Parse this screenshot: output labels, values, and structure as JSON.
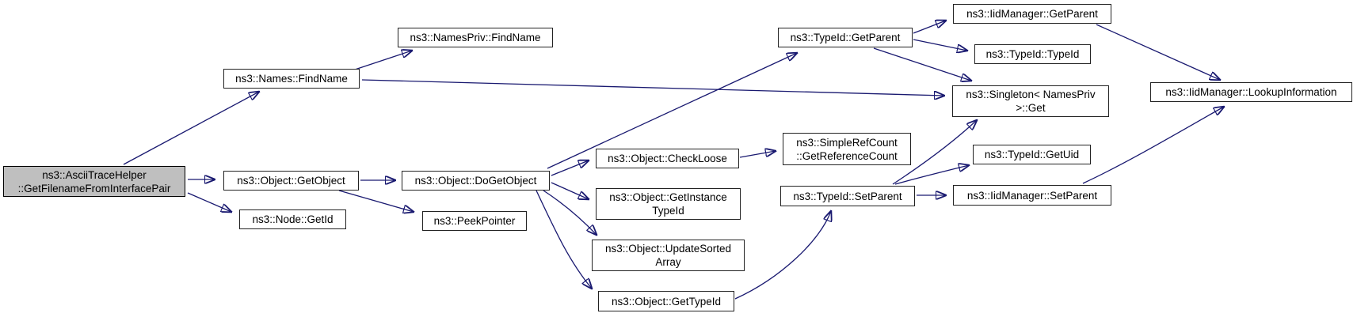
{
  "diagram": {
    "kind": "call-graph",
    "colors": {
      "edge": "#191970",
      "node_fill": "#ffffff",
      "node_border": "#222222",
      "root_fill": "#bfbfbf",
      "text": "#000000",
      "background": "#ffffff"
    },
    "nodes": {
      "root": {
        "label": "ns3::AsciiTraceHelper\n::GetFilenameFromInterfacePair"
      },
      "names_findname": {
        "label": "ns3::Names::FindName"
      },
      "namespriv_findname": {
        "label": "ns3::NamesPriv::FindName"
      },
      "object_getobject": {
        "label": "ns3::Object::GetObject"
      },
      "node_getid": {
        "label": "ns3::Node::GetId"
      },
      "object_dogetobject": {
        "label": "ns3::Object::DoGetObject"
      },
      "peekpointer": {
        "label": "ns3::PeekPointer"
      },
      "object_checkloose": {
        "label": "ns3::Object::CheckLoose"
      },
      "object_getinstancetypeid": {
        "label": "ns3::Object::GetInstance\nTypeId"
      },
      "object_updatesortedarray": {
        "label": "ns3::Object::UpdateSorted\nArray"
      },
      "object_gettypeid": {
        "label": "ns3::Object::GetTypeId"
      },
      "typeid_getparent": {
        "label": "ns3::TypeId::GetParent"
      },
      "simplerefcount_getreferencecount": {
        "label": "ns3::SimpleRefCount\n::GetReferenceCount"
      },
      "typeid_setparent": {
        "label": "ns3::TypeId::SetParent"
      },
      "iidmanager_getparent": {
        "label": "ns3::IidManager::GetParent"
      },
      "typeid_typeid": {
        "label": "ns3::TypeId::TypeId"
      },
      "singleton_namespriv_get": {
        "label": "ns3::Singleton< NamesPriv\n>::Get"
      },
      "typeid_getuid": {
        "label": "ns3::TypeId::GetUid"
      },
      "iidmanager_setparent": {
        "label": "ns3::IidManager::SetParent"
      },
      "iidmanager_lookupinformation": {
        "label": "ns3::IidManager::LookupInformation"
      }
    },
    "edges": [
      {
        "from": "root",
        "to": "names_findname"
      },
      {
        "from": "root",
        "to": "object_getobject"
      },
      {
        "from": "root",
        "to": "node_getid"
      },
      {
        "from": "names_findname",
        "to": "namespriv_findname"
      },
      {
        "from": "names_findname",
        "to": "singleton_namespriv_get"
      },
      {
        "from": "object_getobject",
        "to": "object_dogetobject"
      },
      {
        "from": "object_getobject",
        "to": "peekpointer"
      },
      {
        "from": "object_dogetobject",
        "to": "typeid_getparent"
      },
      {
        "from": "object_dogetobject",
        "to": "object_checkloose"
      },
      {
        "from": "object_dogetobject",
        "to": "object_getinstancetypeid"
      },
      {
        "from": "object_dogetobject",
        "to": "object_updatesortedarray"
      },
      {
        "from": "object_dogetobject",
        "to": "object_gettypeid"
      },
      {
        "from": "object_checkloose",
        "to": "simplerefcount_getreferencecount"
      },
      {
        "from": "typeid_getparent",
        "to": "iidmanager_getparent"
      },
      {
        "from": "typeid_getparent",
        "to": "typeid_typeid"
      },
      {
        "from": "typeid_getparent",
        "to": "singleton_namespriv_get"
      },
      {
        "from": "object_gettypeid",
        "to": "typeid_setparent"
      },
      {
        "from": "typeid_setparent",
        "to": "singleton_namespriv_get"
      },
      {
        "from": "typeid_setparent",
        "to": "typeid_getuid"
      },
      {
        "from": "typeid_setparent",
        "to": "iidmanager_setparent"
      },
      {
        "from": "iidmanager_getparent",
        "to": "iidmanager_lookupinformation"
      },
      {
        "from": "iidmanager_setparent",
        "to": "iidmanager_lookupinformation"
      }
    ]
  }
}
